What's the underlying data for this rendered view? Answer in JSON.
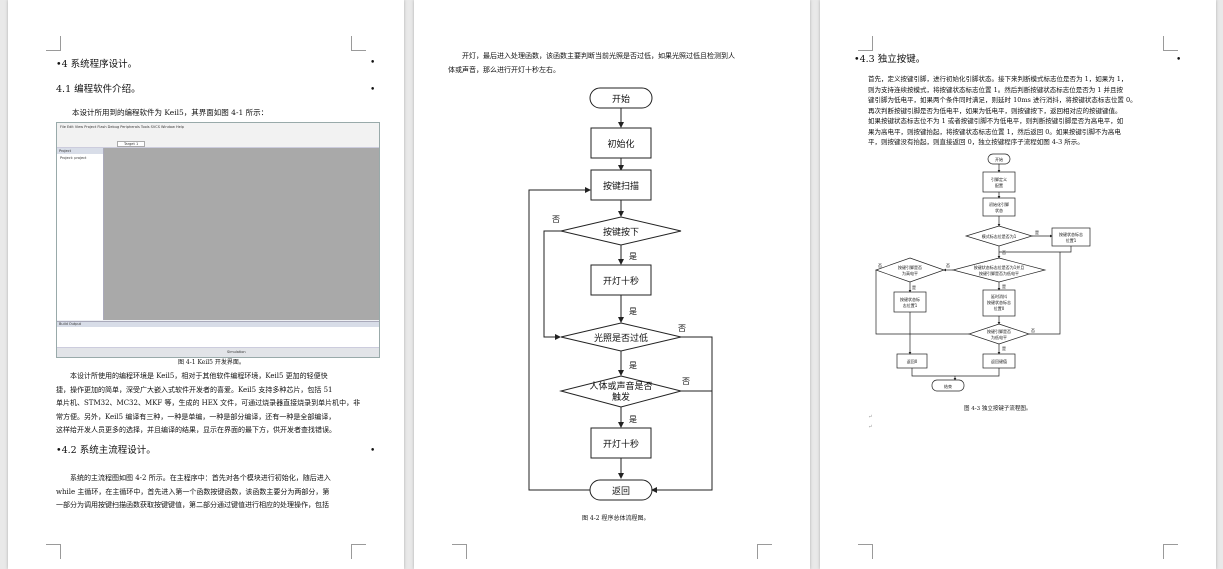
{
  "page1": {
    "heading_4": "•4 系统程序设计。",
    "heading_4_1": "4.1 编程软件介绍。",
    "intro": "本设计所用到的编程软件为 Keil5，其界面如图 4-1 所示：",
    "keil_window": {
      "menu_items": [
        "File",
        "Edit",
        "View",
        "Project",
        "Flash",
        "Debug",
        "Peripherals",
        "Tools",
        "SVCS",
        "Window",
        "Help"
      ],
      "target": "Target 1",
      "project_panel": "Project",
      "project_item": "Project: project",
      "output_panel": "Build Output",
      "status_text": "Simulation"
    },
    "figure_caption": "图 4-1 Keil5 开发界面。",
    "para_keil": [
      "本设计所使用的编程环境是 Keil5，相对于其他软件编程环境，Keil5 更加的轻便快",
      "捷，操作更加的简单，深受广大嵌入式软件开发者的喜爱。Keil5 支持多种芯片，包括 51",
      "单片机、STM32、MC32、MKF 等，生成的 HEX 文件，可通过烧录器直接烧录到单片机中，非",
      "常方便。另外，Keil5 编译有三种，一种是单编，一种是部分编译，还有一种是全部编译，",
      "这样给开发人员更多的选择，并且编译的结果，显示在界面的最下方，供开发者查找错误。"
    ],
    "heading_4_2": "•4.2 系统主流程设计。",
    "para_main": [
      "系统的主流程图如图 4-2 所示。在主程序中：首先对各个模块进行初始化，随后进入",
      "while 主循环，在主循环中，首先进入第一个函数按键函数，该函数主要分为两部分，第",
      "一部分为调用按键扫描函数获取按键键值，第二部分通过键值进行相应的处理操作，包括"
    ]
  },
  "page2": {
    "para_top": [
      "开灯，最后进入处理函数，该函数主要判断当前光照是否过低，如果光照过低且检测到人",
      "体或声音，那么进行开灯十秒左右。"
    ],
    "flow": {
      "start": "开始",
      "init": "初始化",
      "scan": "按键扫描",
      "key_pressed": "按键按下",
      "light_on_1": "开灯十秒",
      "light_low": "光照是否过低",
      "body_sound_1": "人体或声音是否",
      "body_sound_2": "触发",
      "light_on_2": "开灯十秒",
      "return": "返回",
      "yes": "是",
      "no": "否"
    },
    "figure_caption": "图 4-2 程序总体流程图。"
  },
  "page3": {
    "heading_4_3": "•4.3 独立按键。",
    "para": [
      "首先，定义按键引脚，进行初始化引脚状态。接下来判断模式标志位是否为 1，如果为 1，",
      "则为支持连续按模式，将按键状态标志位置 1。然后判断按键状态标志位是否为 1 并且按",
      "键引脚为低电平，如果两个条件同时满足，则延时 10ms 进行消抖，将按键状态标志位置 0。",
      "再次判断按键引脚是否为低电平，如果为低电平，则按键按下，返回相对应的按键键值。",
      "如果按键状态标志位不为 1 或者按键引脚不为低电平，则判断按键引脚是否为高电平，如",
      "果为高电平，则按键抬起，将按键状态标志位置 1，然后返回 0。如果按键引脚不为高电",
      "平，则按键没有抬起，则直接返回 0，独立按键程序子流程如图 4-3 所示。"
    ],
    "flow": {
      "start": "开始",
      "define": "引脚定义",
      "define2": "配置",
      "init": "初始化引脚",
      "init2": "状态",
      "mode": "模式标志位是否为1",
      "set_flag": "按键状态标志",
      "set_flag2": "位置1",
      "pin_high": "按键引脚是否",
      "pin_high2": "为高电平",
      "both": "按键状态标志位是否为1并且",
      "both2": "按键引脚是否为低电平",
      "set_flag_b": "按键状态标",
      "set_flag_b2": "志位置1",
      "delay": "延时消抖",
      "delay2": "按键状态标志",
      "delay3": "位置0",
      "pin_low": "按键引脚是否",
      "pin_low2": "为低电平",
      "ret0": "返回0",
      "retkey": "返回键值",
      "end": "结束",
      "yes": "是",
      "no": "否"
    },
    "figure_caption": "图 4-3 独立按键子流程图。"
  }
}
